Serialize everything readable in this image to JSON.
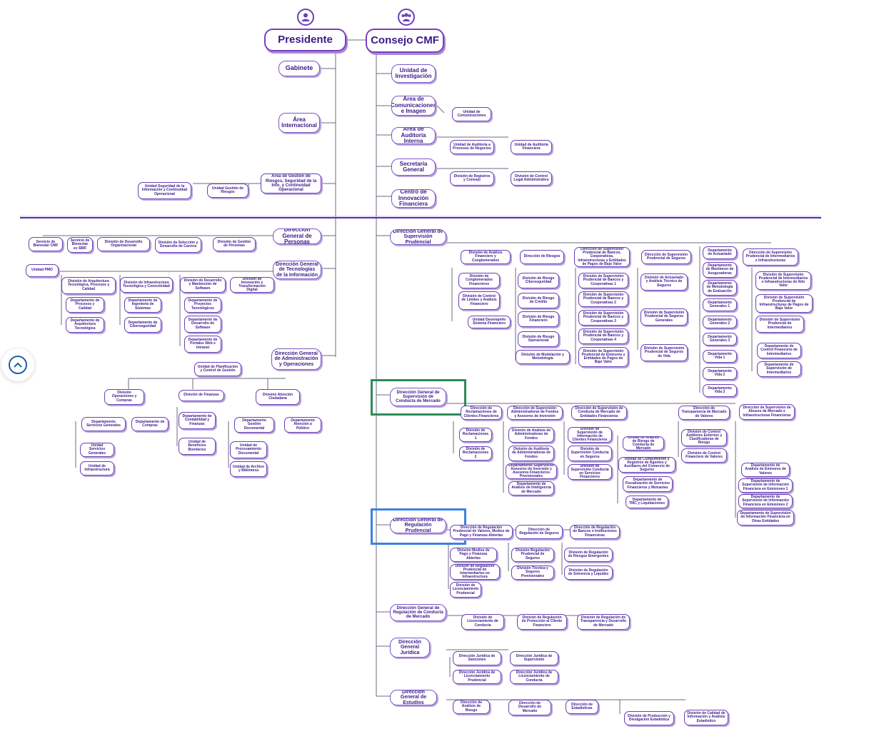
{
  "colors": {
    "primary": "#3a1a88",
    "border": "#6a3fb8",
    "line": "#6b6b80",
    "divider": "#5b2fb0",
    "green_box": "#2e8b57",
    "blue_box": "#3a82e0"
  },
  "icons": {
    "presidente": "person-icon",
    "consejo": "group-icon",
    "scroll": "chevron-up-icon"
  },
  "nodes": {
    "presidente": "Presidente",
    "consejo": "Consejo CMF",
    "gabinete": "Gabinete",
    "area_internacional": "Área Internacional",
    "area_riesgos": "Área de Gestión de Riesgos, Seguridad de la Info. y Continuidad Operacional",
    "unidad_seguridad": "Unidad Seguridad de la Información y Continuidad Operacional",
    "unidad_gestion_riesgos": "Unidad Gestión de Riesgos",
    "unidad_investigacion": "Unidad de Investigación",
    "area_comunicaciones": "Área de Comunicaciones e Imagen",
    "unidad_comunicaciones": "Unidad de Comunicaciones",
    "area_auditoria": "Área de Auditoría Interna",
    "unidad_aud_procesos": "Unidad de Auditoría a Procesos de Negocios",
    "unidad_aud_financiera": "Unidad de Auditoría Financiera",
    "secretaria": "Secretaría General",
    "div_registros": "División de Registros y Consejo",
    "div_control_legal": "División de Control Legal Administrativo",
    "centro_innovacion": "Centro de Innovación Financiera",
    "dg_personas": "Dirección General de Personas",
    "servicio_bienestar": "Servicio de Bienestar CMF",
    "servicio_bienestar_sbif": "Servicio de Bienestar ex SBIF",
    "div_desarrollo_org": "División de Desarrollo Organizacional",
    "div_seleccion": "División de Selección y Desarrollo de Carrera",
    "div_gestion_personas": "División de Gestión de Personas",
    "dg_tecnologias": "Dirección General de Tecnologías de la Información",
    "unidad_pmo": "Unidad PMO",
    "div_arquitectura": "División de Arquitectura Tecnológica, Procesos y Calidad",
    "depto_procesos_calidad": "Departamento de Procesos y Calidad",
    "depto_arquitectura": "Departamento de Arquitectura Tecnológica",
    "div_infraestructura_tec": "División de Infraestructura Tecnológica y Conectividad",
    "depto_ingenieria": "Departamento de Ingeniería de Sistemas",
    "depto_ciberseguridad_ti": "Departamento de Ciberseguridad",
    "div_desarrollo_software": "División de Desarrollo y Mantención de Software",
    "depto_proyectos_tec": "Departamento de Proyectos Tecnológicos",
    "depto_desarrollo_software": "Departamento de Desarrollo de Software",
    "depto_portales": "Departamento de Portales Web e Intranet",
    "div_innovacion_digital": "División de Innovación y Transformación Digital",
    "dg_administracion": "Dirección General de Administración y Operaciones",
    "unidad_planificacion": "Unidad de Planificación y Control de Gestión",
    "div_operaciones_compras": "División Operaciones y Compras",
    "depto_servicios_generales": "Departamento Servicios Generales",
    "depto_compras": "Departamento de Compras",
    "unidad_servicios_generales": "Unidad Servicios Generales",
    "unidad_infraestructura": "Unidad de Infraestructura",
    "div_finanzas": "División de Finanzas",
    "depto_contabilidad": "Departamento de Contabilidad y Finanzas",
    "unidad_bomberos": "Unidad de Beneficios Bomberos",
    "div_atencion_ciudadana": "División Atención Ciudadana",
    "depto_gestion_documental": "Departamento Gestión Documental",
    "depto_atencion_publico": "Departamento Atención a Público",
    "unidad_procesamiento_doc": "Unidad de Procesamiento Documental",
    "unidad_archivo": "Unidad de Archivo y Biblioteca",
    "dg_supervision_prudencial": "Dirección General de Supervisión Prudencial",
    "div_analisis_financiero": "División de Análisis Financiero y Conglomerados",
    "div_conglomerados": "División de Conglomerados Financieros",
    "div_control_limites": "División de Control de Límites y Análisis Financiero",
    "unidad_desempeno": "Unidad Desempeño Sistema Financiero",
    "dir_riesgos": "Dirección de Riesgos",
    "div_riesgo_ciber": "División de Riesgo Ciberseguridad",
    "div_riesgo_credito": "División de Riesgo de Crédito",
    "div_riesgo_financiero": "División de Riesgo Financiero",
    "div_riesgo_operacional": "División de Riesgo Operacional",
    "div_modelacion": "División de Modelación y Metodología",
    "dir_sup_bancos": "Dirección de Supervisión Prudencial de Bancos, Cooperativas, Infraestructuras y Entidades de Pagos de Bajo Valor",
    "div_sup_bancos1": "División de Supervisión Prudencial de Bancos y Cooperativas 1",
    "div_sup_bancos2": "División de Supervisión Prudencial de Bancos y Cooperativas 2",
    "div_sup_bancos3": "División de Supervisión Prudencial de Bancos y Cooperativas 3",
    "div_sup_bancos4": "División de Supervisión Prudencial de Bancos y Cooperativas 4",
    "div_sup_emisores": "División de Supervisión Prudencial de Emisores y Entidades de Pagos de Bajo Valor",
    "dir_sup_seguros": "Dirección de Supervisión Prudencial de Seguros",
    "div_actuariado": "División de Actuariado y Análisis Técnico de Seguros",
    "div_seguros_generales": "División de Supervisión Prudencial de Seguros Generales",
    "div_seguros_vida": "División de Supervisión Prudencial de Seguros de Vida",
    "depto_actuariado": "Departamento de Actuariado",
    "depto_monitoreo": "Departamento de Monitoreo de Aseguradoras",
    "depto_metodologia": "Departamento de Metodología de Evaluación",
    "depto_generales1": "Departamento Generales 1",
    "depto_generales2": "Departamento Generales 2",
    "depto_generales3": "Departamento Generales 3",
    "depto_vida1": "Departamento Vida 1",
    "depto_vida2": "Departamento Vida 2",
    "depto_vida3": "Departamento Vida 3",
    "dir_sup_intermediarios": "Dirección de Supervisión Prudencial de Intermediarios e Infraestructuras",
    "div_infra_alto_valor": "División de Supervisión Prudencial de Intermediarios e Infraestructuras de Alto Valor",
    "div_infra_bajo_valor": "División de Supervisión Prudencial de Infraestructuras de Pagos de Bajo Valor",
    "div_sup_intermediarios": "División de Supervisión Prudencial de Intermediarios",
    "depto_control_intermediarios": "Departamento de Control Financiero de Intermediarios",
    "depto_sup_intermediarios": "Departamento de Supervisión de Intermediarios",
    "dg_conducta": "Dirección General de Supervisión de Conducta de Mercado",
    "dir_reclamaciones": "Dirección de Reclamaciones de Clientes Financieros",
    "div_reclamaciones1": "División de Reclamaciones 1",
    "div_reclamaciones2": "División de Reclamaciones 2",
    "dir_sup_fondos": "Dirección de Supervisión Administradoras de Fondos y Asesores de Inversión",
    "div_analisis_fondos": "División de Análisis de Administradoras de Fondos",
    "div_auditoria_fondos": "División de Auditoría de Administradoras de Fondos",
    "depto_asesores": "Departamento Supervisión Asesores de Inversión y Asesores Financieros Previsionales",
    "depto_inteligencia": "Departamento de Análisis de Inteligencia de Mercado",
    "dir_sup_conducta_entidades": "Dirección de Supervisión de Conducta de Mercado de Entidades Financieras",
    "div_info_clientes": "División de Supervisión de Información de Clientes Financieros",
    "div_conducta_seguros": "División de Supervisión Conducta en Seguros",
    "div_conducta_servicios": "División de Supervisión Conducta en Servicios Financieros",
    "unidad_riesgo_conducta": "Unidad de Análisis de Riesgo de Conducta de Mercado",
    "unidad_cumplimiento": "Unidad de Cumplimiento y Registros de Agentes y Auxiliares del Comercio de Seguros",
    "depto_fiscalizacion": "Departamento de Fiscalización de Servicios Financieros y Mutuarias",
    "depto_tmc": "Departamento de TMC y Liquidaciones",
    "dir_transparencia": "Dirección de Transparencia de Mercado de Valores",
    "div_control_auditores": "División de Control Auditores Externos y Clasificadoras de Riesgo",
    "div_control_valores": "División de Control Financiero de Valores",
    "dir_abusos": "Dirección de Supervisión de Abusos de Mercado e Infraestructuras Financieras",
    "depto_emisores_valores": "Departamento de Análisis de Emisores de Valores",
    "depto_info_emisiones1": "Departamento de Supervisión de Información Financiera en Emisiones 1",
    "depto_info_emisiones2": "Departamento de Supervisión de Información Financiera en Emisiones 2",
    "depto_otras_entidades": "Departamento de Supervisión de Información Financiera en Otras Entidades",
    "dg_regulacion_prudencial": "Dirección General de Regulación Prudencial",
    "dir_reg_valores": "Dirección de Regulación Prudencial de Valores, Medios de Pago y Finanzas Abiertas",
    "dir_reg_seguros": "Dirección de Regulación de Seguros",
    "dir_reg_bancos": "Dirección de Regulación de Bancos e Instituciones Financieras",
    "div_medios_pago": "División Medios de Pago y Finanzas Abiertas",
    "div_reg_intermediarios": "División de Regulación Prudencial de Intermediarios en Infraestructura",
    "div_licenciamiento_prud": "División de Licenciamiento Prudencial",
    "div_reg_prud_seguros": "División Regulación Prudencial de Seguros",
    "div_tecnica_seguros": "División Técnica y Seguros Previsionales",
    "div_riesgos_emergentes": "División de Regulación de Riesgos Emergentes",
    "div_solvencia": "División de Regulación de Solvencia y Liquidez",
    "dg_reg_conducta": "Dirección General de Regulación de Conducta de Mercado",
    "div_lic_conducta": "División de Licenciamiento de Conducta",
    "div_proteccion_cliente": "División de Regulación de Protección al Cliente Financiero",
    "div_transparencia_desarrollo": "División de Regulación de Transparencia y Desarrollo de Mercado",
    "dg_juridica": "Dirección General Jurídica",
    "dir_jur_sanciones": "Dirección Jurídica de Sanciones",
    "dir_jur_supervision": "Dirección Jurídica de Supervisión",
    "dir_jur_lic_prudencial": "Dirección Jurídica de Licenciamiento Prudencial",
    "dir_jur_lic_conducta": "Dirección Jurídica de Licenciamiento de Conducta",
    "dg_estudios": "Dirección General de Estudios",
    "dir_analisis_riesgo": "Dirección de Análisis de Riesgo",
    "dir_desarrollo_mercado": "Dirección de Desarrollo de Mercado",
    "dir_estadisticas": "Dirección de Estadísticas",
    "div_produccion_estadistica": "División de Producción y Divulgación Estadística",
    "div_calidad_estadistica": "División de Calidad de Información y Análisis Estadístico"
  }
}
